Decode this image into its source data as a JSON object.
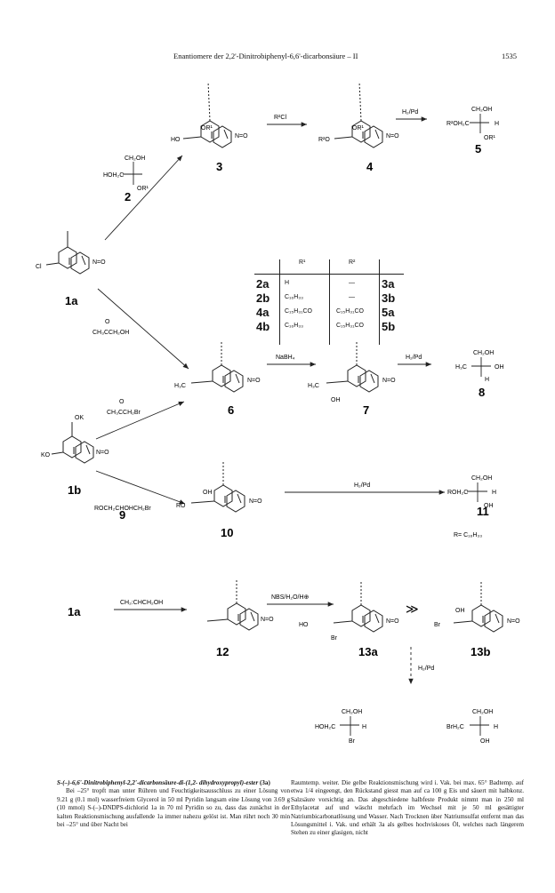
{
  "header": {
    "running_title": "Enantiomere der 2,2'-Dinitrobiphenyl-6,6'-dicarbonsäure – II",
    "page_number": "1535"
  },
  "scheme": {
    "compounds": [
      "1a",
      "1b",
      "2",
      "3",
      "4",
      "5",
      "6",
      "7",
      "8",
      "9",
      "10",
      "11",
      "12",
      "13a",
      "13b"
    ],
    "reagents": {
      "r2cl": "R²Cl",
      "h2pd": "H₂/Pd",
      "nabh4": "NaBH₄",
      "hydroxyacetone": "CH₃CCH₂OH",
      "bromoacetone": "CH₃CCH₂Br",
      "allyl_alcohol": "CH₂:CHCH₂OH",
      "nbs": "NBS/H₂O/H⊕",
      "glycerol_ether": "ROCH₂CHOHCH₂Br",
      "r_def": "R= C₁₆H₃₃",
      "gt": "≫"
    },
    "fragments": {
      "ch2oh": "CH₂OH",
      "hoh2c": "HOH₂C",
      "or1": "OR¹",
      "r2o": "R²O",
      "r2oh2c": "R²OH₂C",
      "ho": "HO",
      "h3c": "H₃C",
      "oh": "OH",
      "h": "H",
      "ro": "RO",
      "roh2c": "ROH₂C",
      "br": "Br",
      "brh2c": "BrH₂C",
      "cl": "Cl",
      "ko": "KO",
      "ok": "OK",
      "no2": "N=O",
      "o": "O"
    },
    "table": {
      "headers": [
        "R¹",
        "R²"
      ],
      "rows": [
        {
          "left": "2a",
          "r1": "H",
          "r2": "—",
          "right": "3a"
        },
        {
          "left": "2b",
          "r1": "C₁₆H₃₃",
          "r2": "—",
          "right": "3b"
        },
        {
          "left": "4a",
          "r1": "C₁₅H₃₁CO",
          "r2": "C₁₅H₃₁CO",
          "right": "5a"
        },
        {
          "left": "4b",
          "r1": "C₁₆H₃₃",
          "r2": "C₁₅H₃₁CO",
          "right": "5b"
        }
      ]
    }
  },
  "body_text": {
    "left": {
      "title_a": "S-(–)-6,6'-Dinitrobiphenyl-2,2'-dicarbonsäure-di-(1,2-",
      "title_b": "dihydroxypropyl)-ester",
      "title_c": " (3a)",
      "para": "Bei –25° tropft man unter Rühren und Feuchtigkeitsausschluss zu einer Lösung von 9.21 g (0.1 mol) wasserfreiem Glycerol in 50 ml Pyridin langsam eine Lösung von 3.69 g (10 mmol) S-(–)-DNDPS-dichlorid 1a in 70 ml Pyridin so zu, dass das zunächst in der kalten Reaktionsmischung ausfallende 1a immer nahezu gelöst ist. Man rührt noch 30 min bei –25° und über Nacht bei"
    },
    "right": {
      "para": "Raumtemp. weiter. Die gelbe Reaktionsmischung wird i. Vak. bei max. 65° Badtemp. auf etwa 1/4 eingeengt, den Rückstand giesst man auf ca 100 g Eis und säuert mit halbkonz. Salzsäure vorsichtig an. Das abgeschiedene halbfeste Produkt nimmt man in 250 ml Ethylacetat auf und wäscht mehrfach im Wechsel mit je 50 ml gesättigter Natriumbicarbonatlösung und Wasser. Nach Trocknen über Natriumsulfat entfernt man das Lösungsmittel i. Vak. und erhält 3a als gelbes hochviskoses Öl, welches nach längerem Stehen zu einer glasigen, nicht"
    }
  }
}
